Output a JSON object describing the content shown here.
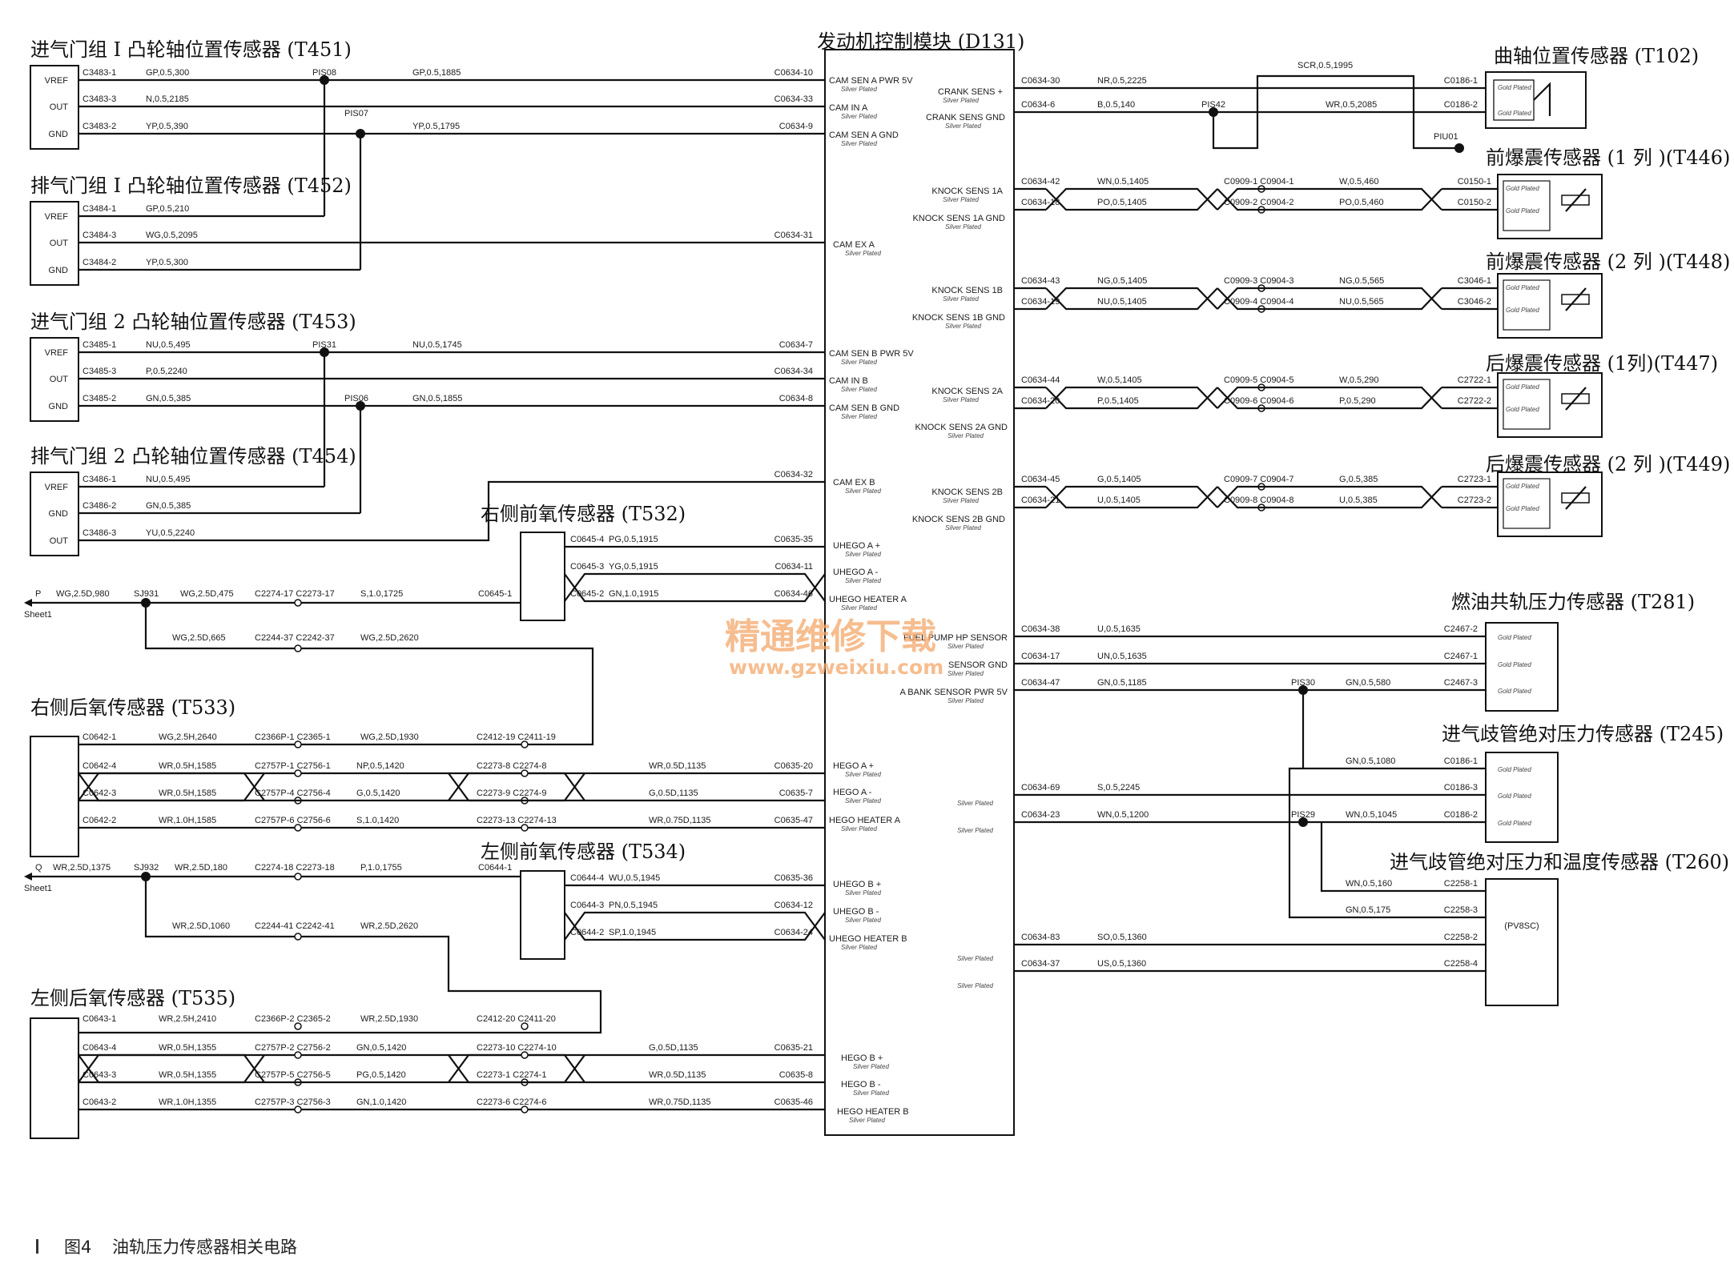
{
  "ecm": {
    "title": "发动机控制模块 (D131)",
    "labels": {
      "cam_sen_a_pwr": "CAM SEN A PWR 5V",
      "cam_in_a": "CAM IN A",
      "cam_sen_a_gnd": "CAM SEN A GND",
      "cam_ex_a": "CAM EX A",
      "cam_sen_b_pwr": "CAM SEN B PWR 5V",
      "cam_in_b": "CAM IN B",
      "cam_sen_b_gnd": "CAM SEN B GND",
      "cam_ex_b": "CAM EX B",
      "uhego_a_pos": "UHEGO A +",
      "uhego_a_neg": "UHEGO A -",
      "uhego_heater_a": "UHEGO HEATER A",
      "hego_a_pos": "HEGO A +",
      "hego_a_neg": "HEGO A -",
      "hego_heater_a": "HEGO HEATER A",
      "uhego_b_pos": "UHEGO B +",
      "uhego_b_neg": "UHEGO B -",
      "uhego_heater_b": "UHEGO HEATER B",
      "hego_b_pos": "HEGO B +",
      "hego_b_neg": "HEGO B -",
      "hego_heater_b": "HEGO HEATER B",
      "crank_pos": "CRANK SENS +",
      "crank_gnd": "CRANK SENS GND",
      "knock_1a": "KNOCK SENS 1A",
      "knock_1a_gnd": "KNOCK SENS 1A GND",
      "knock_1b": "KNOCK SENS 1B",
      "knock_1b_gnd": "KNOCK SENS 1B GND",
      "knock_2a": "KNOCK SENS 2A",
      "knock_2a_gnd": "KNOCK SENS 2A GND",
      "knock_2b": "KNOCK SENS 2B",
      "knock_2b_gnd": "KNOCK SENS 2B GND",
      "fuel_pump": "FUEL PUMP HP SENSOR",
      "sensor_gnd": "SENSOR GND",
      "a_bank_pwr": "A BANK SENSOR PWR 5V",
      "silver": "Silver Plated",
      "gold": "Gold Plated"
    }
  },
  "sensors": {
    "t451": "进气门组 I 凸轮轴位置传感器 (T451)",
    "t452": "排气门组 I 凸轮轴位置传感器 (T452)",
    "t453": "进气门组 2 凸轮轴位置传感器 (T453)",
    "t454": "排气门组 2 凸轮轴位置传感器 (T454)",
    "t532": "右侧前氧传感器 (T532)",
    "t533": "右侧后氧传感器 (T533)",
    "t534": "左侧前氧传感器 (T534)",
    "t535": "左侧后氧传感器 (T535)",
    "t102": "曲轴位置传感器 (T102)",
    "t446": "前爆震传感器 (1 列 )(T446)",
    "t448": "前爆震传感器 (2 列 )(T448)",
    "t447": "后爆震传感器 (1列)(T447)",
    "t449": "后爆震传感器 (2 列 )(T449)",
    "t281": "燃油共轨压力传感器 (T281)",
    "t245": "进气歧管绝对压力传感器 (T245)",
    "t260": "进气歧管绝对压力和温度传感器 (T260)"
  },
  "pins": {
    "vref": "VREF",
    "out": "OUT",
    "gnd": "GND",
    "pv8sc": "(PV8SC)"
  },
  "left_wires": {
    "t451": [
      {
        "conn": "C3483-1",
        "wire1": "GP,0.5,300",
        "wire2": "GP,0.5,1885",
        "ecm": "C0634-10"
      },
      {
        "conn": "C3483-3",
        "wire1": "N,0.5,2185",
        "wire2": "",
        "ecm": "C0634-33"
      },
      {
        "conn": "C3483-2",
        "wire1": "YP,0.5,390",
        "wire2": "YP,0.5,1795",
        "ecm": "C0634-9"
      }
    ],
    "t451_splices": [
      "PIS08",
      "PIS07"
    ],
    "t452": [
      {
        "conn": "C3484-1",
        "wire1": "GP,0.5,210",
        "ecm": ""
      },
      {
        "conn": "C3484-3",
        "wire1": "WG,0.5,2095",
        "ecm": "C0634-31"
      },
      {
        "conn": "C3484-2",
        "wire1": "YP,0.5,300",
        "ecm": ""
      }
    ],
    "t453": [
      {
        "conn": "C3485-1",
        "wire1": "NU,0.5,495",
        "wire2": "NU,0.5,1745",
        "ecm": "C0634-7"
      },
      {
        "conn": "C3485-3",
        "wire1": "P,0.5,2240",
        "wire2": "",
        "ecm": "C0634-34"
      },
      {
        "conn": "C3485-2",
        "wire1": "GN,0.5,385",
        "wire2": "GN,0.5,1855",
        "ecm": "C0634-8"
      }
    ],
    "t453_splices": [
      "PIS31",
      "PIS06"
    ],
    "t454": [
      {
        "conn": "C3486-1",
        "wire1": "NU,0.5,495",
        "ecm": ""
      },
      {
        "conn": "C3486-2",
        "wire1": "GN,0.5,385",
        "ecm": ""
      },
      {
        "conn": "C3486-3",
        "wire1": "YU,0.5,2240",
        "ecm": "C0634-32"
      }
    ],
    "t532": [
      {
        "conn": "C0645-4",
        "wire": "PG,0.5,1915",
        "ecm": "C0635-35"
      },
      {
        "conn": "C0645-3",
        "wire": "YG,0.5,1915",
        "ecm": "C0634-11"
      },
      {
        "conn": "C0645-2",
        "wire": "GN,1.0,1915",
        "ecm": "C0634-46"
      }
    ],
    "heater_r": {
      "sheet": "P",
      "sheet_ref": "Sheet1",
      "w1": "WG,2.5D,980",
      "splice": "SJ931",
      "w2": "WG,2.5D,475",
      "conn": "C2274-17 C2273-17",
      "w3": "S,1.0,1725",
      "end": "C0645-1",
      "branch_w": "WG,2.5D,665",
      "branch_conn": "C2244-37 C2242-37",
      "branch_w2": "WG,2.5D,2620"
    },
    "t533": {
      "top": {
        "conn": "C0642-1",
        "w1": "WG,2.5H,2640",
        "c1": "C2366P-1 C2365-1",
        "w2": "WG,2.5D,1930",
        "c2": "C2412-19 C2411-19"
      },
      "rows": [
        {
          "conn": "C0642-4",
          "w1": "WR,0.5H,1585",
          "c1": "C2757P-1 C2756-1",
          "w2": "NP,0.5,1420",
          "c2": "C2273-8 C2274-8",
          "w3": "WR,0.5D,1135",
          "ecm": "C0635-20"
        },
        {
          "conn": "C0642-3",
          "w1": "WR,0.5H,1585",
          "c1": "C2757P-4 C2756-4",
          "w2": "G,0.5,1420",
          "c2": "C2273-9 C2274-9",
          "w3": "G,0.5D,1135",
          "ecm": "C0635-7"
        },
        {
          "conn": "C0642-2",
          "w1": "WR,1.0H,1585",
          "c1": "C2757P-6 C2756-6",
          "w2": "S,1.0,1420",
          "c2": "C2273-13 C2274-13",
          "w3": "WR,0.75D,1135",
          "ecm": "C0635-47"
        }
      ]
    },
    "t534": [
      {
        "conn": "C0644-4",
        "wire": "WU,0.5,1945",
        "ecm": "C0635-36"
      },
      {
        "conn": "C0644-3",
        "wire": "PN,0.5,1945",
        "ecm": "C0634-12"
      },
      {
        "conn": "C0644-2",
        "wire": "SP,1.0,1945",
        "ecm": "C0634-24"
      }
    ],
    "heater_l": {
      "sheet": "Q",
      "sheet_ref": "Sheet1",
      "w1": "WR,2.5D,1375",
      "splice": "SJ932",
      "w2": "WR,2.5D,180",
      "conn": "C2274-18 C2273-18",
      "w3": "P,1.0,1755",
      "end": "C0644-1",
      "branch_w": "WR,2.5D,1060",
      "branch_conn": "C2244-41 C2242-41",
      "branch_w2": "WR,2.5D,2620"
    },
    "t535": {
      "top": {
        "conn": "C0643-1",
        "w1": "WR,2.5H,2410",
        "c1": "C2366P-2 C2365-2",
        "w2": "WR,2.5D,1930",
        "c2": "C2412-20 C2411-20"
      },
      "rows": [
        {
          "conn": "C0643-4",
          "w1": "WR,0.5H,1355",
          "c1": "C2757P-2 C2756-2",
          "w2": "GN,0.5,1420",
          "c2": "C2273-10 C2274-10",
          "w3": "G,0.5D,1135",
          "ecm": "C0635-21"
        },
        {
          "conn": "C0643-3",
          "w1": "WR,0.5H,1355",
          "c1": "C2757P-5 C2756-5",
          "w2": "PG,0.5,1420",
          "c2": "C2273-1 C2274-1",
          "w3": "WR,0.5D,1135",
          "ecm": "C0635-8"
        },
        {
          "conn": "C0643-2",
          "w1": "WR,1.0H,1355",
          "c1": "C2757P-3 C2756-3",
          "w2": "GN,1.0,1420",
          "c2": "C2273-6 C2274-6",
          "w3": "WR,0.75D,1135",
          "ecm": "C0635-46"
        }
      ]
    }
  },
  "right_wires": {
    "t102": {
      "scr": "SCR,0.5,1995",
      "rows": [
        {
          "ecm": "C0634-30",
          "w1": "NR,0.5,2225",
          "end": "C0186-1"
        },
        {
          "ecm": "C0634-6",
          "w1": "B,0.5,140",
          "splice": "PIS42",
          "w2": "WR,0.5,2085",
          "end": "C0186-2"
        }
      ],
      "piu": "PIU01"
    },
    "knock": [
      {
        "id": "t446",
        "rows": [
          {
            "ecm": "C0634-42",
            "w1": "WN,0.5,1405",
            "c": "C0909-1 C0904-1",
            "w2": "W,0.5,460",
            "end": "C0150-1"
          },
          {
            "ecm": "C0634-18",
            "w1": "PO,0.5,1405",
            "c": "C0909-2 C0904-2",
            "w2": "PO,0.5,460",
            "end": "C0150-2"
          }
        ]
      },
      {
        "id": "t448",
        "rows": [
          {
            "ecm": "C0634-43",
            "w1": "NG,0.5,1405",
            "c": "C0909-3 C0904-3",
            "w2": "NG,0.5,565",
            "end": "C3046-1"
          },
          {
            "ecm": "C0634-19",
            "w1": "NU,0.5,1405",
            "c": "C0909-4 C0904-4",
            "w2": "NU,0.5,565",
            "end": "C3046-2"
          }
        ]
      },
      {
        "id": "t447",
        "rows": [
          {
            "ecm": "C0634-44",
            "w1": "W,0.5,1405",
            "c": "C0909-5 C0904-5",
            "w2": "W,0.5,290",
            "end": "C2722-1"
          },
          {
            "ecm": "C0634-20",
            "w1": "P,0.5,1405",
            "c": "C0909-6 C0904-6",
            "w2": "P,0.5,290",
            "end": "C2722-2"
          }
        ]
      },
      {
        "id": "t449",
        "rows": [
          {
            "ecm": "C0634-45",
            "w1": "G,0.5,1405",
            "c": "C0909-7 C0904-7",
            "w2": "G,0.5,385",
            "end": "C2723-1"
          },
          {
            "ecm": "C0634-21",
            "w1": "U,0.5,1405",
            "c": "C0909-8 C0904-8",
            "w2": "U,0.5,385",
            "end": "C2723-2"
          }
        ]
      }
    ],
    "t281": [
      {
        "ecm": "C0634-38",
        "w": "U,0.5,1635",
        "end": "C2467-2"
      },
      {
        "ecm": "C0634-17",
        "w": "UN,0.5,1635",
        "end": "C2467-1"
      },
      {
        "ecm": "C0634-47",
        "w": "GN,0.5,1185",
        "splice": "PIS30",
        "w2": "GN,0.5,580",
        "end": "C2467-3"
      }
    ],
    "t245": [
      {
        "ecm": "",
        "w": "GN,0.5,1080",
        "end": "C0186-1"
      },
      {
        "ecm": "C0634-69",
        "w": "S,0.5,2245",
        "end": "C0186-3"
      },
      {
        "ecm": "C0634-23",
        "w": "WN,0.5,1200",
        "splice": "PIS29",
        "w2": "WN,0.5,1045",
        "end": "C0186-2"
      }
    ],
    "t260": [
      {
        "ecm": "",
        "w": "WN,0.5,160",
        "end": "C2258-1"
      },
      {
        "ecm": "",
        "w": "GN,0.5,175",
        "end": "C2258-3"
      },
      {
        "ecm": "C0634-83",
        "w": "SO,0.5,1360",
        "end": "C2258-2"
      },
      {
        "ecm": "C0634-37",
        "w": "US,0.5,1360",
        "end": "C2258-4"
      }
    ]
  },
  "watermark": {
    "cn": "精通维修下载",
    "url": "www.gzweixiu.com"
  },
  "caption": {
    "fig": "图4",
    "text": "油轨压力传感器相关电路"
  }
}
